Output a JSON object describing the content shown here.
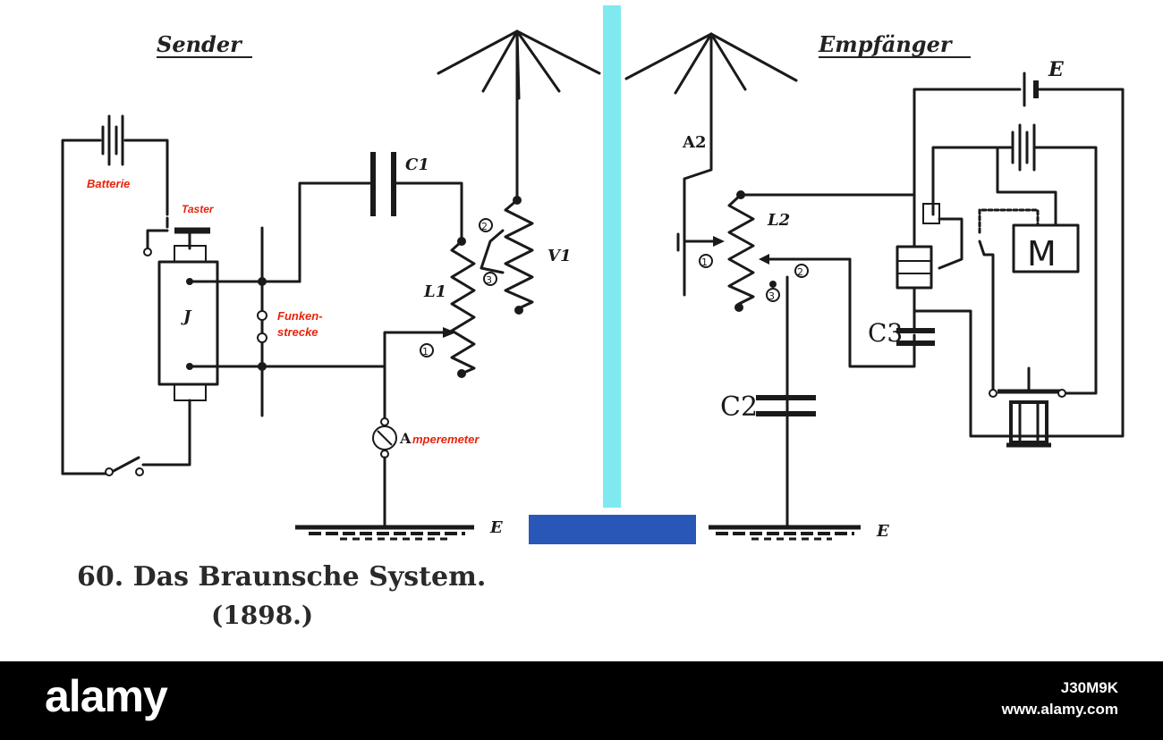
{
  "sender": {
    "heading": "Sender",
    "labels": {
      "c1": "C1",
      "l1": "L1",
      "v1": "V1",
      "j": "J",
      "a": "A",
      "e": "E"
    },
    "annotations": {
      "batterie": "Batterie",
      "taster": "Taster",
      "funken1": "Funken-",
      "funken2": "strecke",
      "amperemeter": "mperemeter"
    },
    "taps": [
      "1",
      "2",
      "3"
    ]
  },
  "receiver": {
    "heading": "Empfänger",
    "labels": {
      "a2": "A2",
      "l2": "L2",
      "c2": "C2",
      "c3": "C3",
      "m": "M",
      "e_top": "E",
      "e_ground": "E"
    },
    "taps": [
      "1",
      "2",
      "3"
    ]
  },
  "caption": {
    "line1": "60. Das Braunsche System.",
    "line2": "(1898.)"
  },
  "footer": {
    "logo": "alamy",
    "image_id": "J30M9K",
    "site": "www.alamy.com"
  },
  "colors": {
    "annotation": "#e8230c",
    "divider": "#7eeaf0",
    "blue_block": "#2857b8",
    "footer_bg": "#000000"
  }
}
